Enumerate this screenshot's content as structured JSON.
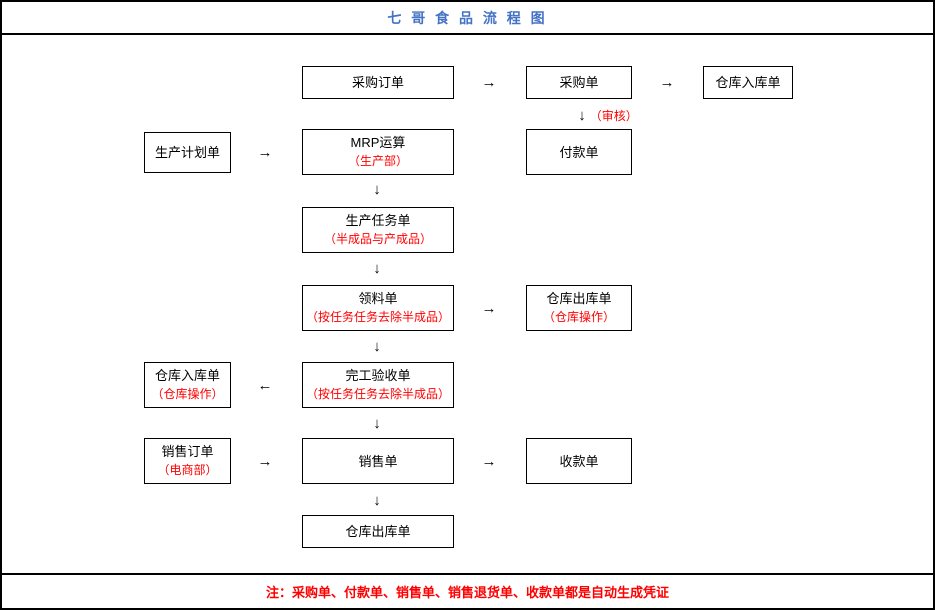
{
  "header": {
    "title": "七 哥 食 品 流 程 图"
  },
  "footer": {
    "note": "注：采购单、付款单、销售单、销售退货单、收款单都是自动生成凭证"
  },
  "glyphs": {
    "right": "→",
    "down": "↓",
    "left": "←"
  },
  "labels": {
    "audit": "（审核）"
  },
  "colors": {
    "title_blue": "#4472c4",
    "accent_red": "#ff0000",
    "border_black": "#000000"
  },
  "nodes": {
    "purchase_order": {
      "label": "采购订单"
    },
    "purchase_bill": {
      "label": "采购单"
    },
    "warehouse_in_top": {
      "label": "仓库入库单"
    },
    "production_plan": {
      "label": "生产计划单"
    },
    "mrp": {
      "label": "MRP运算",
      "sub": "（生产部）"
    },
    "payment_bill": {
      "label": "付款单"
    },
    "production_task": {
      "label": "生产任务单",
      "sub": "（半成品与产成品）"
    },
    "material_requisition": {
      "label": "领料单",
      "sub": "（按任务任务去除半成品）"
    },
    "warehouse_out_mid": {
      "label": "仓库出库单",
      "sub": "（仓库操作）"
    },
    "warehouse_in_left": {
      "label": "仓库入库单",
      "sub": "（仓库操作）"
    },
    "completion_check": {
      "label": "完工验收单",
      "sub": "（按任务任务去除半成品）"
    },
    "sales_order": {
      "label": "销售订单",
      "sub": "（电商部）"
    },
    "sales_bill": {
      "label": "销售单"
    },
    "receipt_bill": {
      "label": "收款单"
    },
    "warehouse_out_bottom": {
      "label": "仓库出库单"
    }
  }
}
